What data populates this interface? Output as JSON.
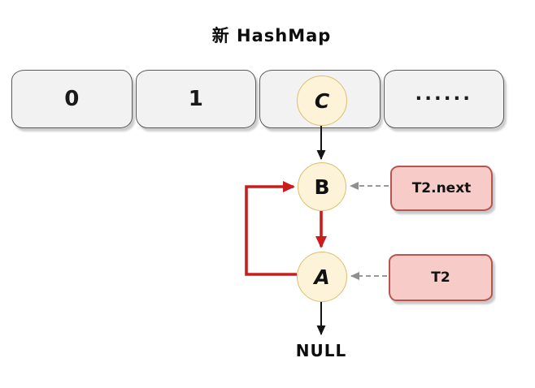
{
  "title": "新 HashMap",
  "buckets": [
    {
      "label": "0"
    },
    {
      "label": "1"
    },
    {
      "label": "",
      "node": "C"
    },
    {
      "label": "......"
    }
  ],
  "nodes": {
    "c": {
      "label": "C"
    },
    "b": {
      "label": "B"
    },
    "a": {
      "label": "A"
    }
  },
  "terminator_label": "NULL",
  "pointers": {
    "t2next": {
      "label": "T2.next",
      "target": "B"
    },
    "t2": {
      "label": "T2",
      "target": "A"
    }
  },
  "edges": [
    {
      "from": "C",
      "to": "B",
      "style": "black-solid-arrow"
    },
    {
      "from": "B",
      "to": "A",
      "style": "red-solid-arrow"
    },
    {
      "from": "A",
      "to": "B",
      "style": "red-loop-arrow"
    },
    {
      "from": "A",
      "to": "NULL",
      "style": "black-solid-arrow"
    },
    {
      "from": "T2.next",
      "to": "B",
      "style": "gray-dashed-arrow"
    },
    {
      "from": "T2",
      "to": "A",
      "style": "gray-dashed-arrow"
    }
  ],
  "colors": {
    "node_fill": "#fdf3d9",
    "node_border": "#dcbf6d",
    "bucket_fill": "#f2f2f2",
    "bucket_border": "#5b5b5b",
    "pointer_fill": "#f7cbc7",
    "pointer_border": "#b85450",
    "arrow_red": "#c91d1d",
    "arrow_black": "#141414",
    "arrow_gray": "#999999"
  }
}
